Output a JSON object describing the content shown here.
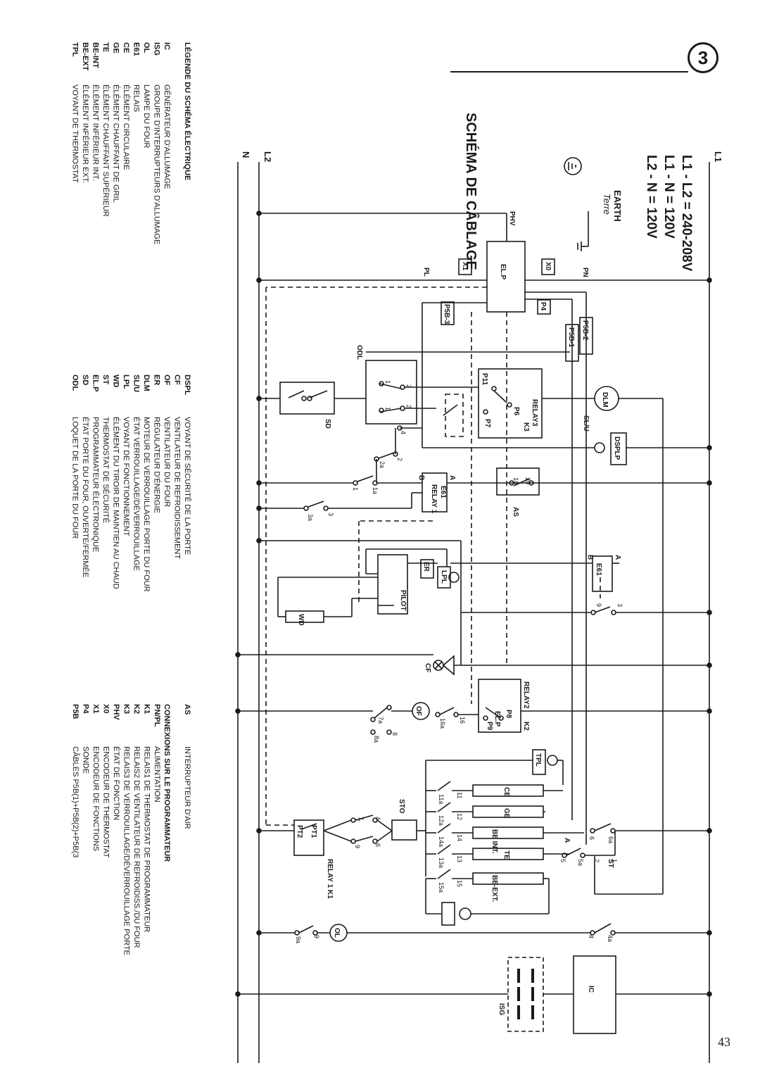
{
  "page": {
    "section_number": "3",
    "page_number": "43"
  },
  "diagram": {
    "title": "SCHÉMA DE CÂBLAGE",
    "voltages": [
      "L1 - L2 = 240-208V",
      "L1 - N = 120V",
      "L2 - N = 120V"
    ],
    "earth": "EARTH",
    "earth_fr": "Terre",
    "lines": {
      "l1": "L1",
      "l2": "L2",
      "n": "N"
    },
    "labels": {
      "phv": "PHV",
      "pl": "PL",
      "pn": "PN",
      "x1": "X1",
      "x0": "X0",
      "elp": "EL.P",
      "p4": "P4",
      "p5b3": "P5B-3",
      "p5b2": "P5B-2",
      "p5b1": "P5B-1",
      "odl": "ODL",
      "sd": "SD",
      "relay3": "RELAY3",
      "k3": "K3",
      "p11": "P11",
      "p6": "P6",
      "p7": "P7",
      "dlm": "DLM",
      "slu": "SL/U",
      "dsplp": "DSPLP",
      "e61": "E61",
      "relay1": "RELAY 1",
      "as": "AS",
      "er": "ER",
      "lpl": "LPL",
      "wd": "WD",
      "pilot": "PILOT",
      "cf": "CF",
      "relay2": "RELAY2",
      "k2": "K2",
      "p8": "P8",
      "p9": "P9",
      "of": "OF",
      "tpl": "TPL",
      "ce": "CE",
      "ge": "GE",
      "be_int": "BE INT.",
      "te": "TE",
      "be_ext": "BE-EXT.",
      "sto": "STO",
      "st": "ST",
      "pt1": "PT1",
      "pt2": "PT2",
      "relay1_k1": "RELAY 1   K1",
      "ol": "OL",
      "ic": "IC",
      "isg": "ISG",
      "a": "A",
      "b": "B"
    },
    "terminals": [
      "1",
      "2",
      "1",
      "2",
      "4",
      "2",
      "2a",
      "1",
      "1a",
      "3",
      "3a",
      "20",
      "10",
      "9",
      "3",
      "7",
      "7a",
      "8",
      "8a",
      "16",
      "16a",
      "11",
      "11a",
      "12",
      "12a",
      "14",
      "14a",
      "13",
      "13a",
      "15",
      "15a",
      "6",
      "6a",
      "5",
      "5a",
      "4",
      "4a",
      "9",
      "9a",
      "4",
      "7",
      "6",
      "9",
      "1",
      "2"
    ]
  },
  "legend": {
    "heading": "LÉGENDE DU SCHÉMA ÉLECTRIQUE",
    "col1": [
      {
        "code": "IC",
        "desc": "GÉNÉRATEUR D'ALLUMAGE"
      },
      {
        "code": "ISG",
        "desc": "GROUPE D'INTERRUPTEURS D'ALLUMAGE"
      },
      {
        "code": "OL",
        "desc": "LAMPE DU FOUR"
      },
      {
        "code": "E61",
        "desc": "RELAIS"
      },
      {
        "code": "CE",
        "desc": "ÉLÉMENT CIRCULAIRE"
      },
      {
        "code": "GE",
        "desc": "ÉLÉMENT CHAUFFANT DE GRIL"
      },
      {
        "code": "TE",
        "desc": "ÉLÉMENT CHAUFFANT SUPÉRIEUR"
      },
      {
        "code": "BE-INT",
        "desc": "ÉLÉMENT INFÉRIEUR INT."
      },
      {
        "code": "BE-EXT",
        "desc": "ÉLÉMENT INFÉRIEUR EXT."
      },
      {
        "code": "TPL",
        "desc": "VOYANT DE THERMOSTAT"
      }
    ],
    "col2": [
      {
        "code": "DSPL",
        "desc": "VOYANT DE SÉCURITÉ DE LA PORTE"
      },
      {
        "code": "CF",
        "desc": "VENTILATEUR DE REFROIDISSEMENT"
      },
      {
        "code": "OF",
        "desc": "VENTILATEUR DU FOUR"
      },
      {
        "code": "ER",
        "desc": "RÉGULATEUR D'ÉNERGIE"
      },
      {
        "code": "DLM",
        "desc": "MOTEUR DE VERROUILLAGE PORTE DU FOUR"
      },
      {
        "code": "SL/U",
        "desc": "ÉTAT VERROUILLAGE/DÉVERROUILLAGE"
      },
      {
        "code": "LPL",
        "desc": "VOYANT DE FONCTIONNEMENT"
      },
      {
        "code": "WD",
        "desc": "ÉLÉMENT DU TIROIR DE MAINTIEN AU CHAUD"
      },
      {
        "code": "ST",
        "desc": "THERMOSTAT DE SÉCURITÉ"
      },
      {
        "code": "EL.P",
        "desc": "PROGRAMMATEUR ÉLECTRONIQUE"
      },
      {
        "code": "SD",
        "desc": "ÉTAT PORTE DU FOUR, OUVERTE/FERMÉE"
      },
      {
        "code": "ODL",
        "desc": "LOQUET DE LA PORTE DU FOUR"
      }
    ],
    "col3_top": {
      "code": "AS",
      "desc": "INTERRUPTEUR D'AIR"
    },
    "col3_heading": "CONNEXIONS SUR LE PROGRAMMATEUR",
    "col3": [
      {
        "code": "PN/PL",
        "desc": "ALIMENTATION"
      },
      {
        "code": "K1",
        "desc": "RELAIS1 DE THERMOSTAT DE PROGRAMMATEUR"
      },
      {
        "code": "K2",
        "desc": "RELAIS2 DE VENTILATEUR DE REFROIDISS./DU FOUR"
      },
      {
        "code": "K3",
        "desc": "RELAIS3 DE VERROUILLAGE/DÉVERROUILLAGE PORTE"
      },
      {
        "code": "PHV",
        "desc": "ÉTAT DE FONCTION"
      },
      {
        "code": "X0",
        "desc": "ENCODEUR DE THERMOSTAT"
      },
      {
        "code": "X1",
        "desc": "ENCODEUR DE FONCTIONS"
      },
      {
        "code": "P4",
        "desc": "SONDE"
      },
      {
        "code": "P5B",
        "desc": "CÂBLES P5B(1)+P5B(2)+P5B(3"
      }
    ]
  }
}
